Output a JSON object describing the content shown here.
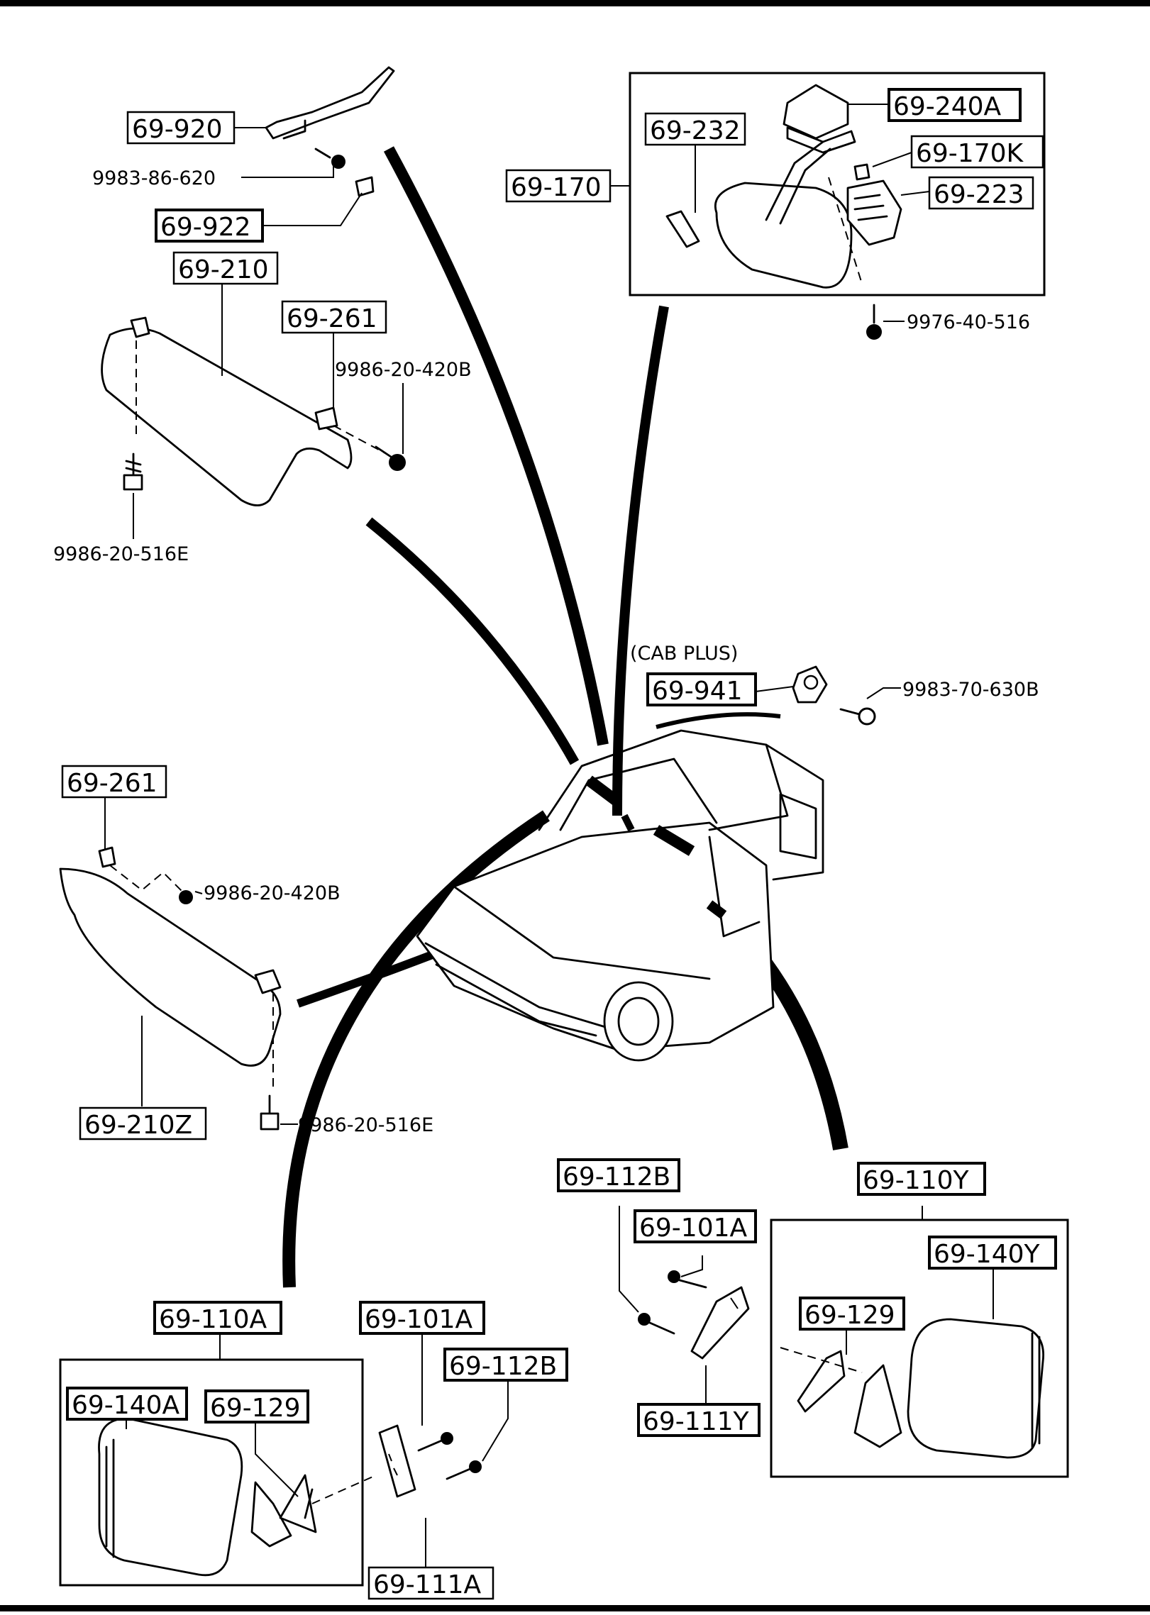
{
  "diagram": {
    "variant_note": "(CAB PLUS)",
    "part_labels": {
      "p69_920": "69-920",
      "p69_922": "69-922",
      "p69_210": "69-210",
      "p69_261_top": "69-261",
      "p69_232": "69-232",
      "p69_170": "69-170",
      "p69_240A": "69-240A",
      "p69_170K": "69-170K",
      "p69_223": "69-223",
      "p69_941": "69-941",
      "p69_261_left": "69-261",
      "p69_210Z": "69-210Z",
      "p69_112B_right": "69-112B",
      "p69_101A_right": "69-101A",
      "p69_110Y": "69-110Y",
      "p69_140Y": "69-140Y",
      "p69_129_right": "69-129",
      "p69_111Y": "69-111Y",
      "p69_110A": "69-110A",
      "p69_101A_left": "69-101A",
      "p69_112B_left": "69-112B",
      "p69_140A": "69-140A",
      "p69_129_left": "69-129",
      "p69_111A": "69-111A"
    },
    "fastener_labels": {
      "f9983_86_620": "9983-86-620",
      "f9986_20_420B_top": "9986-20-420B",
      "f9986_20_516E_top": "9986-20-516E",
      "f9976_40_516": "9976-40-516",
      "f9983_70_630B": "9983-70-630B",
      "f9986_20_420B_left": "9986-20-420B",
      "f9986_20_516E_left": "9986-20-516E"
    }
  }
}
